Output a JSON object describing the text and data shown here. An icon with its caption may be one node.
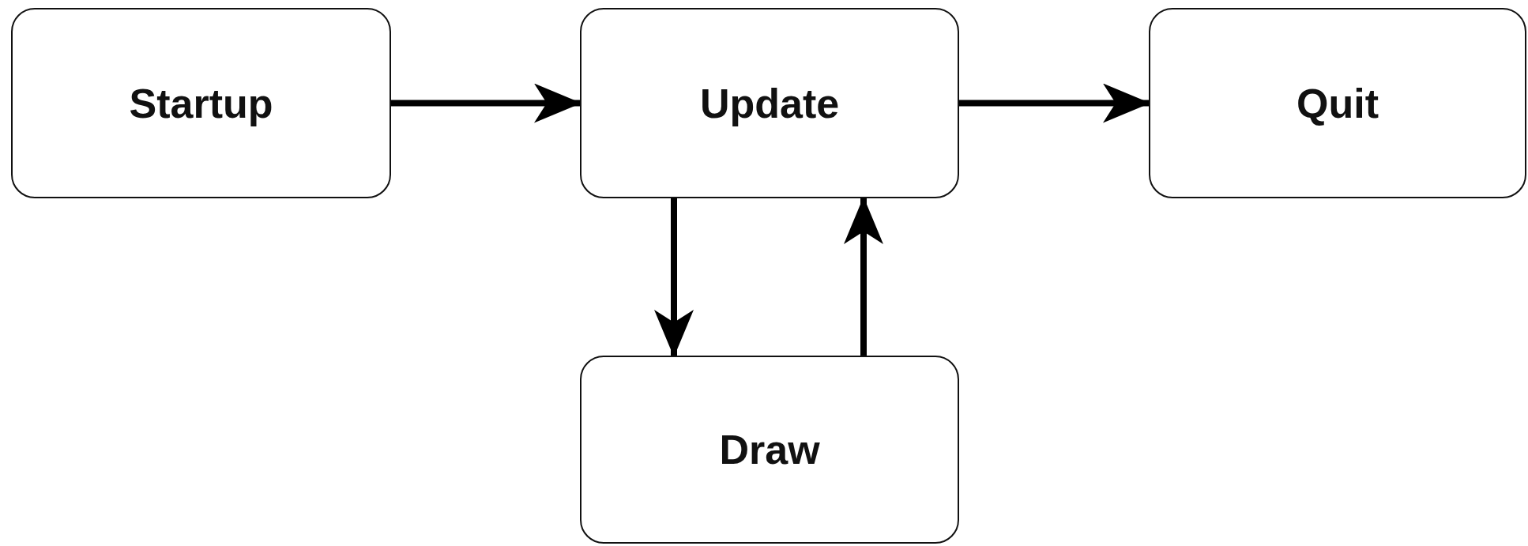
{
  "diagram": {
    "nodes": [
      {
        "text": [
          "Startup"
        ]
      },
      {
        "text": [
          "Update"
        ]
      },
      {
        "text": [
          "Quit"
        ]
      },
      {
        "text": [
          "Draw"
        ]
      }
    ],
    "edges": [
      {
        "from": 0,
        "to": 1,
        "arrow": "to"
      },
      {
        "from": 1,
        "to": 2,
        "arrow": "to"
      },
      {
        "from": 1,
        "to": 3,
        "arrow": "to"
      },
      {
        "from": 3,
        "to": 1,
        "arrow": "to"
      }
    ]
  }
}
